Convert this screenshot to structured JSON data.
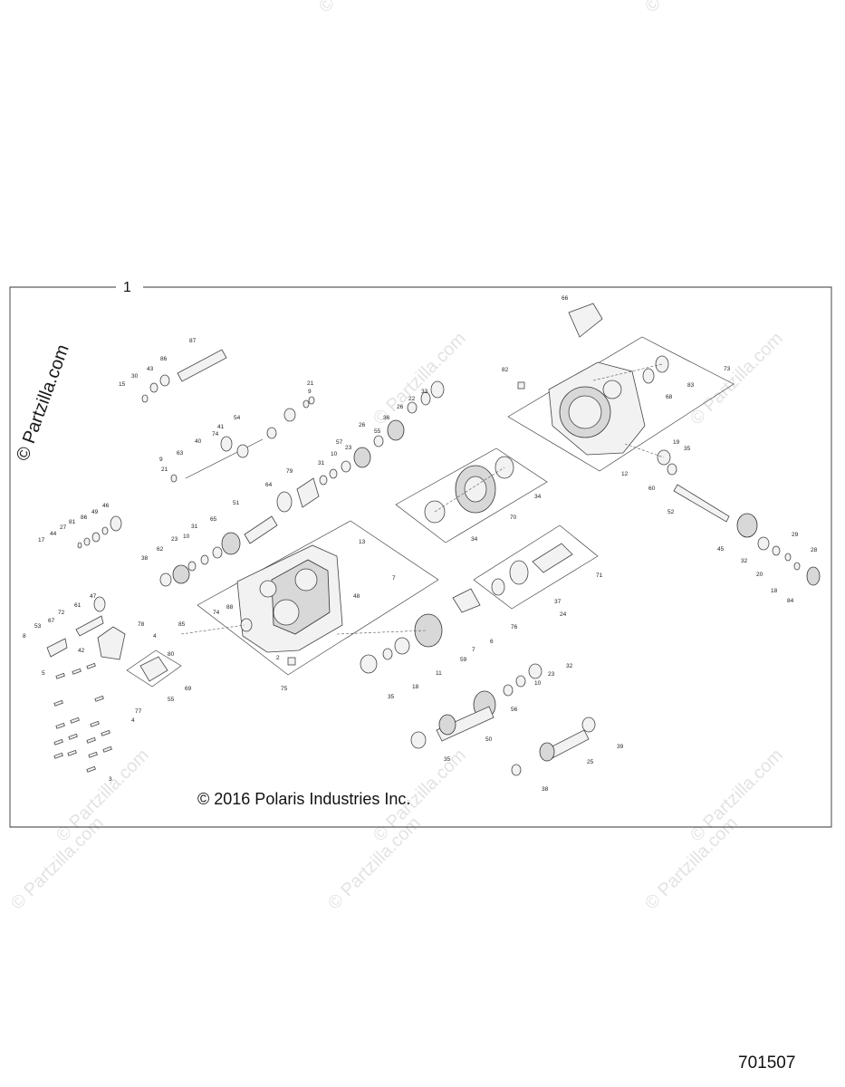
{
  "assembly_number": "1",
  "copyright": "© 2016 Polaris Industries Inc.",
  "diagram_id": "701507",
  "watermark_text": "© Partzilla.com",
  "watermark_vertical_text": "© Partzilla.com",
  "callouts": [
    "87",
    "86",
    "43",
    "30",
    "15",
    "21",
    "9",
    "40",
    "41",
    "74",
    "54",
    "63",
    "21",
    "9",
    "33",
    "22",
    "26",
    "36",
    "55",
    "57",
    "26",
    "23",
    "10",
    "31",
    "79",
    "64",
    "51",
    "65",
    "31",
    "10",
    "23",
    "62",
    "38",
    "46",
    "49",
    "86",
    "81",
    "27",
    "44",
    "17",
    "47",
    "61",
    "72",
    "67",
    "53",
    "8",
    "42",
    "78",
    "5",
    "4",
    "80",
    "85",
    "88",
    "74",
    "13",
    "7",
    "48",
    "2",
    "75",
    "69",
    "55",
    "77",
    "4",
    "3",
    "34",
    "34",
    "70",
    "71",
    "37",
    "24",
    "76",
    "59",
    "6",
    "7",
    "11",
    "18",
    "35",
    "32",
    "23",
    "10",
    "56",
    "50",
    "35",
    "39",
    "25",
    "38",
    "66",
    "82",
    "73",
    "83",
    "68",
    "19",
    "35",
    "12",
    "60",
    "52",
    "45",
    "32",
    "29",
    "20",
    "28",
    "18",
    "84"
  ]
}
